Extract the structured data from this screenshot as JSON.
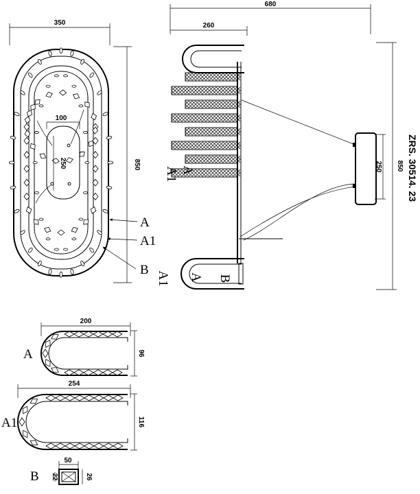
{
  "drawing_code": "ZRS. 30514. 23",
  "top_view": {
    "dims": {
      "width": "350",
      "height": "850",
      "inner_width": "100",
      "inner_height": "250"
    },
    "part_labels": [
      "A",
      "A1",
      "B"
    ]
  },
  "side_view": {
    "dims": {
      "total_width": "680",
      "arm_width": "260",
      "total_height": "850",
      "canopy_height": "250"
    },
    "labels": {
      "a_mid": "A",
      "a1_mid": "A1",
      "a_bottom": "A",
      "b_bottom": "B",
      "a1_bottom": "A1"
    }
  },
  "details": [
    {
      "label": "A",
      "width": "200",
      "height": "96"
    },
    {
      "label": "A1",
      "width": "254",
      "height": "116"
    },
    {
      "label": "B",
      "width": "50",
      "height": "26",
      "inner": "22"
    }
  ]
}
